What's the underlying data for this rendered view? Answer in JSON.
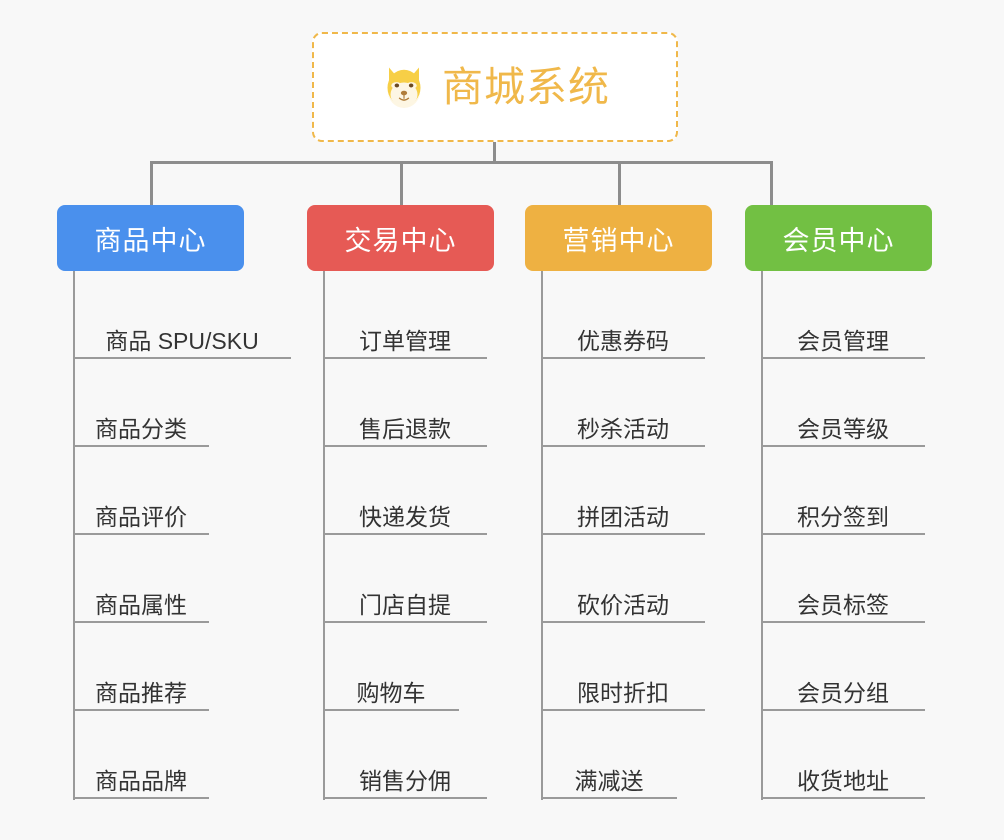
{
  "background_color": "#f8f8f8",
  "root": {
    "title": "商城系统",
    "icon": "shiba-dog-face-icon",
    "text_color": "#f0b84a",
    "border_color": "#f0b84a",
    "border_style": "dashed"
  },
  "branches": [
    {
      "label": "商品中心",
      "color": "#4a90ed",
      "items": [
        "商品 SPU/SKU",
        "商品分类",
        "商品评价",
        "商品属性",
        "商品推荐",
        "商品品牌"
      ]
    },
    {
      "label": "交易中心",
      "color": "#e65a55",
      "items": [
        "订单管理",
        "售后退款",
        "快递发货",
        "门店自提",
        "购物车",
        "销售分佣"
      ]
    },
    {
      "label": "营销中心",
      "color": "#eeb142",
      "items": [
        "优惠券码",
        "秒杀活动",
        "拼团活动",
        "砍价活动",
        "限时折扣",
        "满减送"
      ]
    },
    {
      "label": "会员中心",
      "color": "#72c043",
      "items": [
        "会员管理",
        "会员等级",
        "积分签到",
        "会员标签",
        "会员分组",
        "收货地址"
      ]
    }
  ],
  "connector_color": "#8d8d8d"
}
